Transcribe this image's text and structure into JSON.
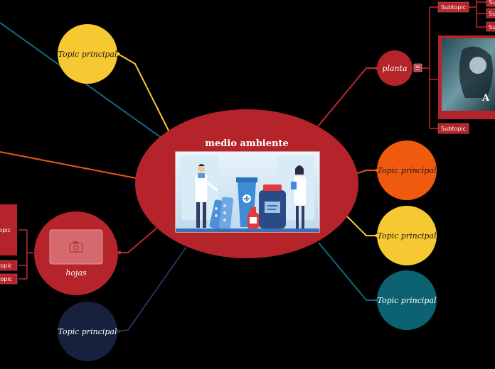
{
  "map": {
    "central": {
      "title": "medio ambiente",
      "color": "#b5242a"
    },
    "nodes": {
      "topic_top_left": {
        "label": "Topic principal",
        "color": "#f6c932"
      },
      "planta": {
        "label": "planta",
        "color": "#b5242a"
      },
      "topic_orange": {
        "label": "Topic principal",
        "color": "#f05a0f"
      },
      "topic_yellow_right": {
        "label": "Topic principal",
        "color": "#f6c932"
      },
      "topic_teal": {
        "label": "Topic principal",
        "color": "#0d6272"
      },
      "hojas": {
        "label": "hojas",
        "color": "#b5242a"
      },
      "topic_navy": {
        "label": "Topic principal",
        "color": "#17213d"
      }
    },
    "subtopics": {
      "planta_1": "Subtopic",
      "planta_2": "Subtopic",
      "planta_1a": "Su",
      "planta_1b": "Su",
      "planta_1c": "Su",
      "hojas_1": "Subtopic",
      "hojas_2": "Subtopic",
      "hojas_3": "Subtopic"
    },
    "image_caption_fragment": "A"
  }
}
